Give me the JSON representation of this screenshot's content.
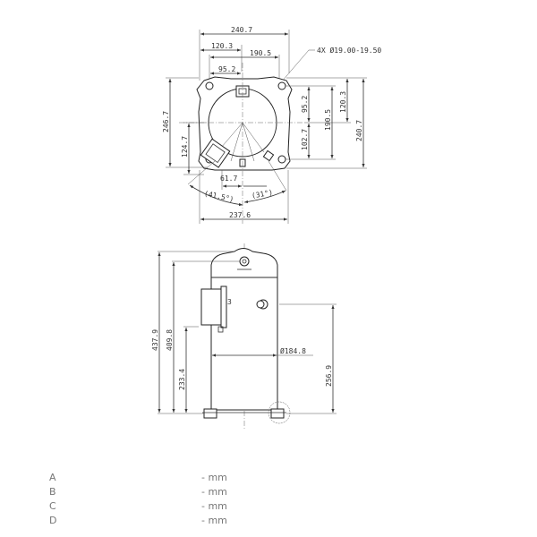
{
  "top_view": {
    "dims": {
      "overall_width": "240.7",
      "half_width": "120.3",
      "hole_spacing_x": "190.5",
      "hole_center_offset_x": "95.2",
      "hole_callout": "4X Ø19.00-19.50",
      "overall_depth": "246.7",
      "left_offset": "124.7",
      "right_95": "95.2",
      "right_190": "190.5",
      "right_102": "102.7",
      "right_120": "120.3",
      "right_240": "240.7",
      "bottom_61": "61.7",
      "angle_left": "(41.5°)",
      "angle_right": "(31°)",
      "bottom_width": "237.6"
    }
  },
  "side_view": {
    "dims": {
      "overall_height": "437.9",
      "height_409": "409.8",
      "height_233": "233.4",
      "diameter": "Ø184.8",
      "height_256": "256.9",
      "label_3": "3"
    }
  },
  "spec_table": {
    "rows": [
      {
        "label": "A",
        "value": "- mm"
      },
      {
        "label": "B",
        "value": "- mm"
      },
      {
        "label": "C",
        "value": "- mm"
      },
      {
        "label": "D",
        "value": "- mm"
      }
    ]
  }
}
